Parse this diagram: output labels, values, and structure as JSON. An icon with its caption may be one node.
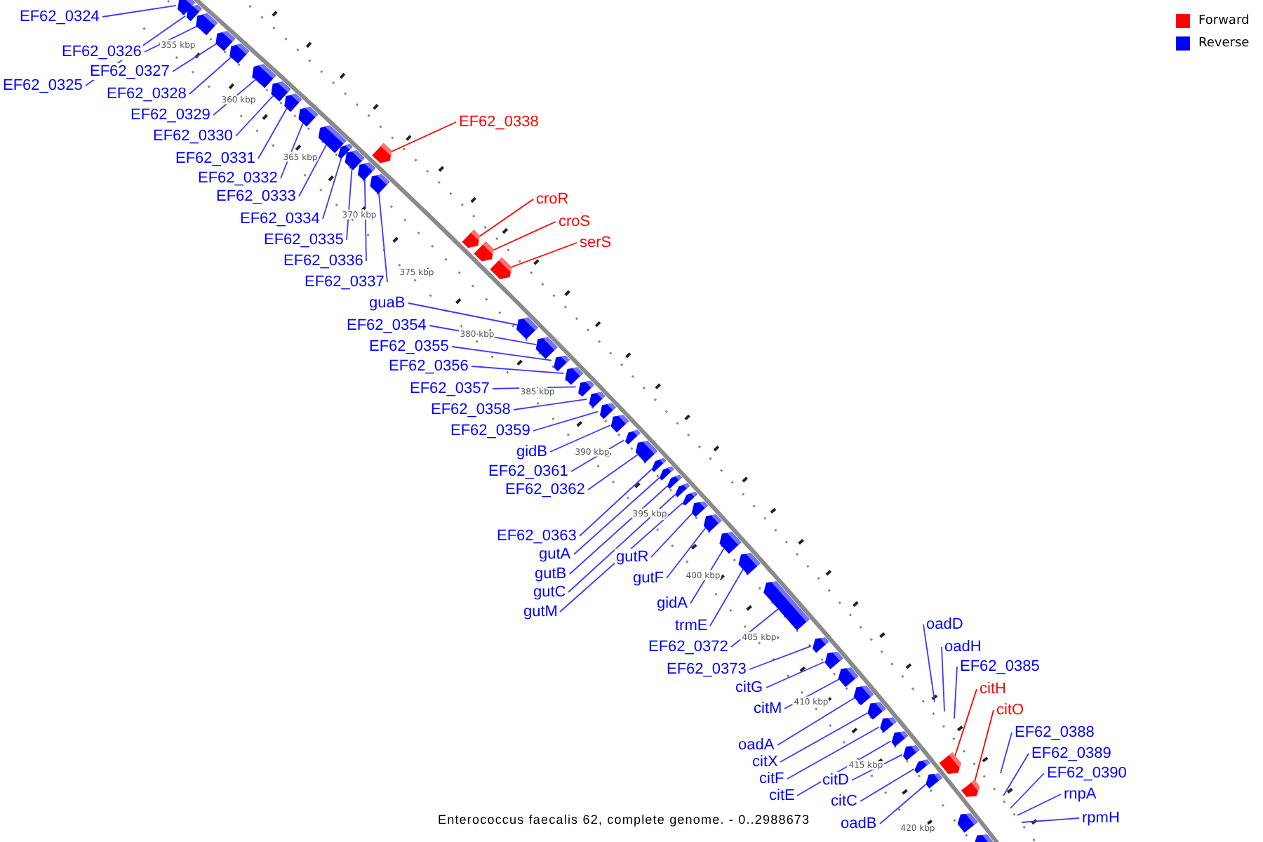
{
  "diagram": {
    "caption": "Enterococcus faecalis 62, complete genome. - 0..2988673",
    "nodes": [
      {
        "text": [
          "EF62_0324"
        ]
      },
      {
        "text": [
          "EF62_0326"
        ]
      },
      {
        "text": [
          "EF62_0327"
        ]
      },
      {
        "text": [
          "EF62_0325"
        ]
      },
      {
        "text": [
          "EF62_0328"
        ]
      },
      {
        "text": [
          "EF62_0329"
        ]
      },
      {
        "text": [
          "EF62_0330"
        ]
      },
      {
        "text": [
          "EF62_0331"
        ]
      },
      {
        "text": [
          "EF62_0332"
        ]
      },
      {
        "text": [
          "EF62_0333"
        ]
      },
      {
        "text": [
          "EF62_0334"
        ]
      },
      {
        "text": [
          "EF62_0335"
        ]
      },
      {
        "text": [
          "EF62_0336"
        ]
      },
      {
        "text": [
          "EF62_0337"
        ]
      },
      {
        "text": [
          "EF62_0338"
        ]
      },
      {
        "text": [
          "croR"
        ]
      },
      {
        "text": [
          "croS"
        ]
      },
      {
        "text": [
          "serS"
        ]
      },
      {
        "text": [
          "guaB"
        ]
      },
      {
        "text": [
          "EF62_0354"
        ]
      },
      {
        "text": [
          "EF62_0355"
        ]
      },
      {
        "text": [
          "EF62_0356"
        ]
      },
      {
        "text": [
          "EF62_0357"
        ]
      },
      {
        "text": [
          "EF62_0358"
        ]
      },
      {
        "text": [
          "EF62_0359"
        ]
      },
      {
        "text": [
          "gidB"
        ]
      },
      {
        "text": [
          "EF62_0361"
        ]
      },
      {
        "text": [
          "EF62_0362"
        ]
      },
      {
        "text": [
          "EF62_0363"
        ]
      },
      {
        "text": [
          "gutA"
        ]
      },
      {
        "text": [
          "gutB"
        ]
      },
      {
        "text": [
          "gutC"
        ]
      },
      {
        "text": [
          "gutM"
        ]
      },
      {
        "text": [
          "gutR"
        ]
      },
      {
        "text": [
          "gutF"
        ]
      },
      {
        "text": [
          "gidA"
        ]
      },
      {
        "text": [
          "trmE"
        ]
      },
      {
        "text": [
          "EF62_0372"
        ]
      },
      {
        "text": [
          "EF62_0373"
        ]
      },
      {
        "text": [
          "citG"
        ]
      },
      {
        "text": [
          "citM"
        ]
      },
      {
        "text": [
          "oadA"
        ]
      },
      {
        "text": [
          "citX"
        ]
      },
      {
        "text": [
          "citF"
        ]
      },
      {
        "text": [
          "citE"
        ]
      },
      {
        "text": [
          "citD"
        ]
      },
      {
        "text": [
          "citC"
        ]
      },
      {
        "text": [
          "oadB"
        ]
      },
      {
        "text": [
          "oadD"
        ]
      },
      {
        "text": [
          "oadH"
        ]
      },
      {
        "text": [
          "EF62_0385"
        ]
      },
      {
        "text": [
          "citH"
        ]
      },
      {
        "text": [
          "citO"
        ]
      },
      {
        "text": [
          "EF62_0388"
        ]
      },
      {
        "text": [
          "EF62_0389"
        ]
      },
      {
        "text": [
          "EF62_0390"
        ]
      },
      {
        "text": [
          "rnpA"
        ]
      },
      {
        "text": [
          "rpmH"
        ]
      },
      {
        "text": [],
        "shape": "bar"
      },
      {
        "text": [],
        "shape": "bar"
      },
      {
        "text": [],
        "shape": "bar"
      },
      {
        "text": [],
        "shape": "bar"
      },
      {
        "text": [],
        "shape": "bar"
      },
      {
        "text": [],
        "shape": "bar"
      },
      {
        "text": [],
        "shape": "bar"
      },
      {
        "text": [],
        "shape": "bar"
      },
      {
        "text": [],
        "shape": "bar"
      },
      {
        "text": [],
        "shape": "bar"
      },
      {
        "text": [],
        "shape": "bar"
      },
      {
        "text": [],
        "shape": "bar"
      },
      {
        "text": [],
        "shape": "bar"
      },
      {
        "text": [],
        "shape": "bar"
      },
      {
        "text": [],
        "shape": "bar"
      },
      {
        "text": [],
        "shape": "bar"
      },
      {
        "text": [],
        "shape": "bar"
      },
      {
        "text": [],
        "shape": "bar"
      },
      {
        "text": [],
        "shape": "bar"
      },
      {
        "text": [],
        "shape": "bar"
      },
      {
        "text": [],
        "shape": "bar"
      },
      {
        "text": [],
        "shape": "bar"
      },
      {
        "text": [],
        "shape": "bar"
      },
      {
        "text": [],
        "shape": "bar"
      },
      {
        "text": [],
        "shape": "bar"
      },
      {
        "text": [],
        "shape": "bar"
      },
      {
        "text": [],
        "shape": "bar"
      },
      {
        "text": [],
        "shape": "bar"
      },
      {
        "text": [],
        "shape": "bar"
      },
      {
        "text": [],
        "shape": "bar"
      },
      {
        "text": [],
        "shape": "bar"
      },
      {
        "text": [],
        "shape": "bar"
      },
      {
        "text": [],
        "shape": "bar"
      },
      {
        "text": [],
        "shape": "bar"
      },
      {
        "text": [],
        "shape": "bar"
      },
      {
        "text": [],
        "shape": "bar"
      },
      {
        "text": [],
        "shape": "bar"
      },
      {
        "text": [],
        "shape": "bar"
      },
      {
        "text": [],
        "shape": "bar"
      },
      {
        "text": [],
        "shape": "bar"
      },
      {
        "text": [],
        "shape": "bar"
      },
      {
        "text": [],
        "shape": "bar"
      },
      {
        "text": [],
        "shape": "bar"
      },
      {
        "text": [],
        "shape": "bar"
      },
      {
        "text": [],
        "shape": "bar"
      },
      {
        "text": [],
        "shape": "bar"
      },
      {
        "text": [],
        "shape": "bar"
      },
      {
        "text": [],
        "shape": "bar"
      },
      {
        "text": [],
        "shape": "bar"
      },
      {
        "text": [],
        "shape": "bar"
      },
      {
        "text": [],
        "shape": "bar"
      },
      {
        "text": [],
        "shape": "bar"
      }
    ],
    "edges": [
      {
        "from": 0,
        "to": 58,
        "arrow": "none"
      },
      {
        "from": 1,
        "to": 60,
        "arrow": "none"
      },
      {
        "from": 2,
        "to": 61,
        "arrow": "none"
      },
      {
        "from": 3,
        "to": 59,
        "arrow": "none"
      },
      {
        "from": 4,
        "to": 62,
        "arrow": "none"
      },
      {
        "from": 5,
        "to": 63,
        "arrow": "none"
      },
      {
        "from": 6,
        "to": 64,
        "arrow": "none"
      },
      {
        "from": 7,
        "to": 65,
        "arrow": "none"
      },
      {
        "from": 8,
        "to": 66,
        "arrow": "none"
      },
      {
        "from": 9,
        "to": 67,
        "arrow": "none"
      },
      {
        "from": 10,
        "to": 68,
        "arrow": "none"
      },
      {
        "from": 11,
        "to": 69,
        "arrow": "none"
      },
      {
        "from": 12,
        "to": 70,
        "arrow": "none"
      },
      {
        "from": 13,
        "to": 71,
        "arrow": "none"
      },
      {
        "from": 14,
        "to": 72,
        "arrow": "none",
        "color": "#ff0000"
      },
      {
        "from": 15,
        "to": 73,
        "arrow": "none",
        "color": "#ff0000"
      },
      {
        "from": 16,
        "to": 74,
        "arrow": "none",
        "color": "#ff0000"
      },
      {
        "from": 17,
        "to": 75,
        "arrow": "none",
        "color": "#ff0000"
      },
      {
        "from": 18,
        "to": 76,
        "arrow": "none"
      },
      {
        "from": 19,
        "to": 77,
        "arrow": "none"
      },
      {
        "from": 20,
        "to": 78,
        "arrow": "none"
      },
      {
        "from": 21,
        "to": 79,
        "arrow": "none"
      },
      {
        "from": 22,
        "to": 80,
        "arrow": "none"
      },
      {
        "from": 23,
        "to": 81,
        "arrow": "none"
      },
      {
        "from": 24,
        "to": 82,
        "arrow": "none"
      },
      {
        "from": 25,
        "to": 83,
        "arrow": "none"
      },
      {
        "from": 26,
        "to": 84,
        "arrow": "none"
      },
      {
        "from": 27,
        "to": 85,
        "arrow": "none"
      },
      {
        "from": 28,
        "to": 86,
        "arrow": "none"
      },
      {
        "from": 29,
        "to": 87,
        "arrow": "none"
      },
      {
        "from": 30,
        "to": 88,
        "arrow": "none"
      },
      {
        "from": 31,
        "to": 89,
        "arrow": "none"
      },
      {
        "from": 32,
        "to": 90,
        "arrow": "none"
      },
      {
        "from": 33,
        "to": 91,
        "arrow": "none"
      },
      {
        "from": 34,
        "to": 92,
        "arrow": "none"
      },
      {
        "from": 35,
        "to": 93,
        "arrow": "none"
      },
      {
        "from": 36,
        "to": 94,
        "arrow": "none"
      },
      {
        "from": 37,
        "to": 95,
        "arrow": "none"
      },
      {
        "from": 38,
        "to": 96,
        "arrow": "none"
      },
      {
        "from": 39,
        "to": 97,
        "arrow": "none"
      },
      {
        "from": 40,
        "to": 98,
        "arrow": "none"
      },
      {
        "from": 41,
        "to": 99,
        "arrow": "none"
      },
      {
        "from": 42,
        "to": 100,
        "arrow": "none"
      },
      {
        "from": 43,
        "to": 101,
        "arrow": "none"
      },
      {
        "from": 44,
        "to": 102,
        "arrow": "none"
      },
      {
        "from": 45,
        "to": 103,
        "arrow": "none"
      },
      {
        "from": 46,
        "to": 104,
        "arrow": "none"
      },
      {
        "from": 47,
        "to": 105,
        "arrow": "none"
      },
      {
        "from": 48,
        "to": null,
        "arrow": "none"
      },
      {
        "from": 49,
        "to": null,
        "arrow": "none"
      },
      {
        "from": 50,
        "to": null,
        "arrow": "none"
      },
      {
        "from": 51,
        "to": 106,
        "arrow": "none",
        "color": "#ff0000"
      },
      {
        "from": 52,
        "to": 107,
        "arrow": "none",
        "color": "#ff0000"
      },
      {
        "from": 53,
        "to": null,
        "arrow": "none"
      },
      {
        "from": 54,
        "to": null,
        "arrow": "none"
      },
      {
        "from": 55,
        "to": null,
        "arrow": "none"
      },
      {
        "from": 56,
        "to": null,
        "arrow": "none"
      },
      {
        "from": 57,
        "to": null,
        "arrow": "none"
      }
    ],
    "labels": [
      "355 kbp",
      "360 kbp",
      "365 kbp",
      "370 kbp",
      "375 kbp",
      "380 kbp",
      "385 kbp",
      "390 kbp",
      "395 kbp",
      "400 kbp",
      "405 kbp",
      "410 kbp",
      "415 kbp",
      "420 kbp"
    ],
    "legend": [
      {
        "text": "Forward",
        "color": "#ff0000"
      },
      {
        "text": "Reverse",
        "color": "#0000ff"
      }
    ]
  }
}
